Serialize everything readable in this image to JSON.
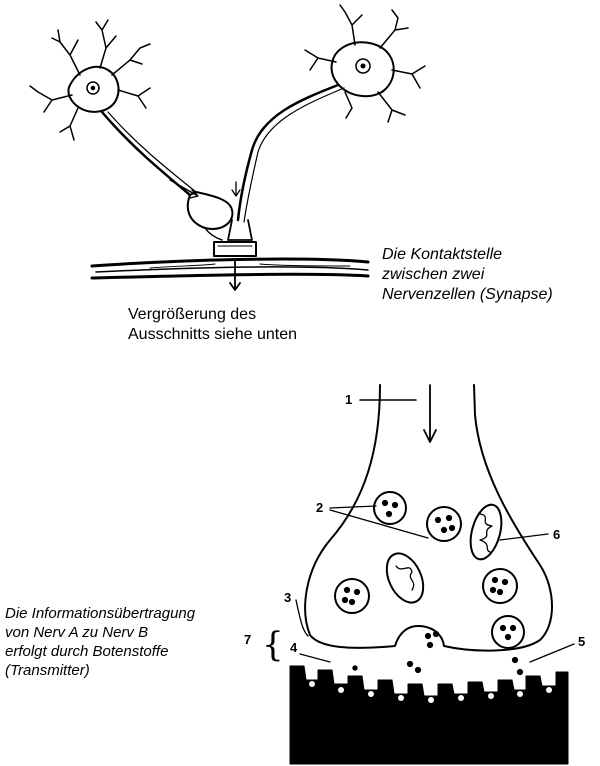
{
  "captions": {
    "synapse_lines": [
      "Die Kontaktstelle",
      "zwischen zwei",
      "Nervenzellen (Synapse)"
    ],
    "enlargement_lines": [
      "Vergrößerung des",
      "Ausschnitts siehe unten"
    ],
    "transmission_lines": [
      "Die Informationsübertragung",
      "von Nerv A zu Nerv B",
      "erfolgt durch Botenstoffe",
      "(Transmitter)"
    ]
  },
  "labels": {
    "n1": "1",
    "n2": "2",
    "n3": "3",
    "n4": "4",
    "n5": "5",
    "n6": "6",
    "n7": "7"
  },
  "colors": {
    "ink": "#000000",
    "paper": "#ffffff"
  }
}
